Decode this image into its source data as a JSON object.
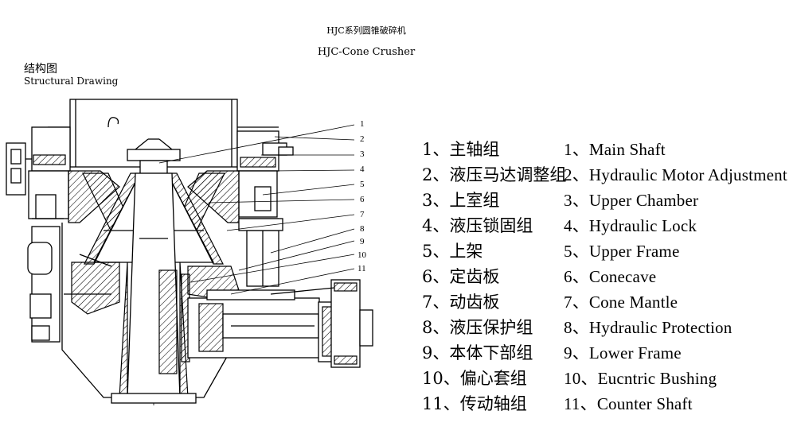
{
  "header": {
    "title_cn": "HJC系列圆锥破碎机",
    "title_en": "HJC-Cone Crusher"
  },
  "drawing": {
    "label_cn": "结构图",
    "label_en": "Structural Drawing"
  },
  "callouts": [
    "1",
    "2",
    "3",
    "4",
    "5",
    "6",
    "7",
    "8",
    "9",
    "10",
    "11"
  ],
  "legend": [
    {
      "cn": "1、主轴组",
      "en": "1、Main Shaft"
    },
    {
      "cn": "2、液压马达调整组",
      "en": "2、Hydraulic Motor Adjustment"
    },
    {
      "cn": "3、上室组",
      "en": "3、Upper Chamber"
    },
    {
      "cn": "4、液压锁固组",
      "en": "4、Hydraulic Lock"
    },
    {
      "cn": "5、上架",
      "en": "5、Upper Frame"
    },
    {
      "cn": "6、定齿板",
      "en": "6、Conecave"
    },
    {
      "cn": "7、动齿板",
      "en": "7、Cone Mantle"
    },
    {
      "cn": "8、液压保护组",
      "en": "8、Hydraulic Protection"
    },
    {
      "cn": "9、本体下部组",
      "en": "9、Lower Frame"
    },
    {
      "cn": "10、偏心套组",
      "en": "10、Eucntric Bushing"
    },
    {
      "cn": "11、传动轴组",
      "en": "11、Counter Shaft"
    }
  ]
}
